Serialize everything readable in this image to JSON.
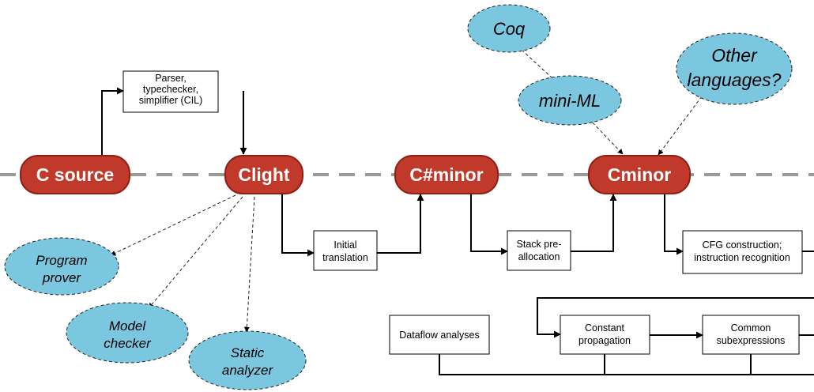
{
  "languages": {
    "c_source": "C source",
    "clight": "Clight",
    "csharpminor": "C#minor",
    "cminor": "Cminor"
  },
  "passes": {
    "parser": [
      "Parser,",
      "typechecker,",
      "simplifier (CIL)"
    ],
    "initial_translation": [
      "Initial",
      "translation"
    ],
    "stack_preallocation": [
      "Stack pre-",
      "allocation"
    ],
    "cfg_construction": [
      "CFG construction;",
      "instruction recognition"
    ],
    "dataflow_analyses": [
      "Dataflow analyses"
    ],
    "constant_propagation": [
      "Constant",
      "propagation"
    ],
    "common_subexpressions": [
      "Common",
      "subexpressions"
    ]
  },
  "tools": {
    "program_prover": [
      "Program",
      "prover"
    ],
    "model_checker": [
      "Model",
      "checker"
    ],
    "static_analyzer": [
      "Static",
      "analyzer"
    ]
  },
  "frontends": {
    "coq": [
      "Coq"
    ],
    "mini_ml": [
      "mini-ML"
    ],
    "other_languages": [
      "Other",
      "languages?"
    ]
  },
  "colors": {
    "language_fill": "#c0392b",
    "language_stroke": "#8e1f12",
    "bubble_fill": "#7cc7e0",
    "axis_dash": "#999999"
  }
}
